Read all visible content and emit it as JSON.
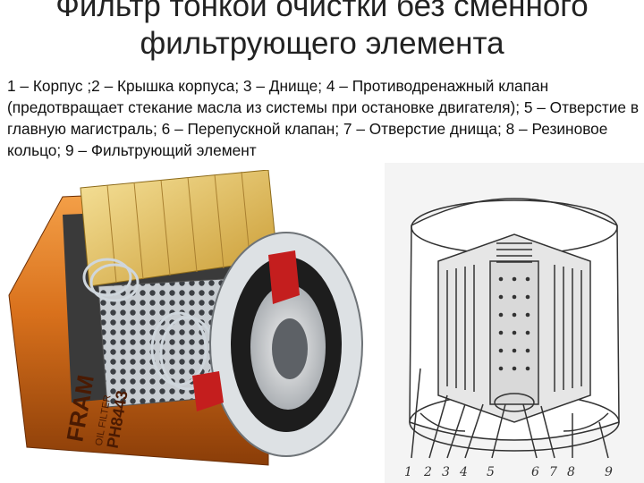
{
  "slide": {
    "title": "Фильтр тонкой очистки без сменного фильтрующего элемента",
    "caption": "1 – Корпус ;2 – Крышка корпуса; 3 – Днище; 4 – Противодренажный клапан (предотвращает стекание масла из системы при остановке двигателя); 5 – Отверстие в главную магистраль; 6 – Перепускной клапан; 7 – Отверстие днища; 8 – Резиновое кольцо; 9 – Фильтрующий элемент"
  },
  "photo": {
    "brand_text": "FRAM",
    "small_text": "OIL FILTER",
    "model_text": "PH8443",
    "colors": {
      "housing": "#d9711c",
      "paper": "#e8c25a",
      "gasket": "#c41e1e"
    }
  },
  "drawing": {
    "callouts": [
      "1",
      "2",
      "3",
      "4",
      "5",
      "6",
      "7",
      "8",
      "9"
    ]
  }
}
